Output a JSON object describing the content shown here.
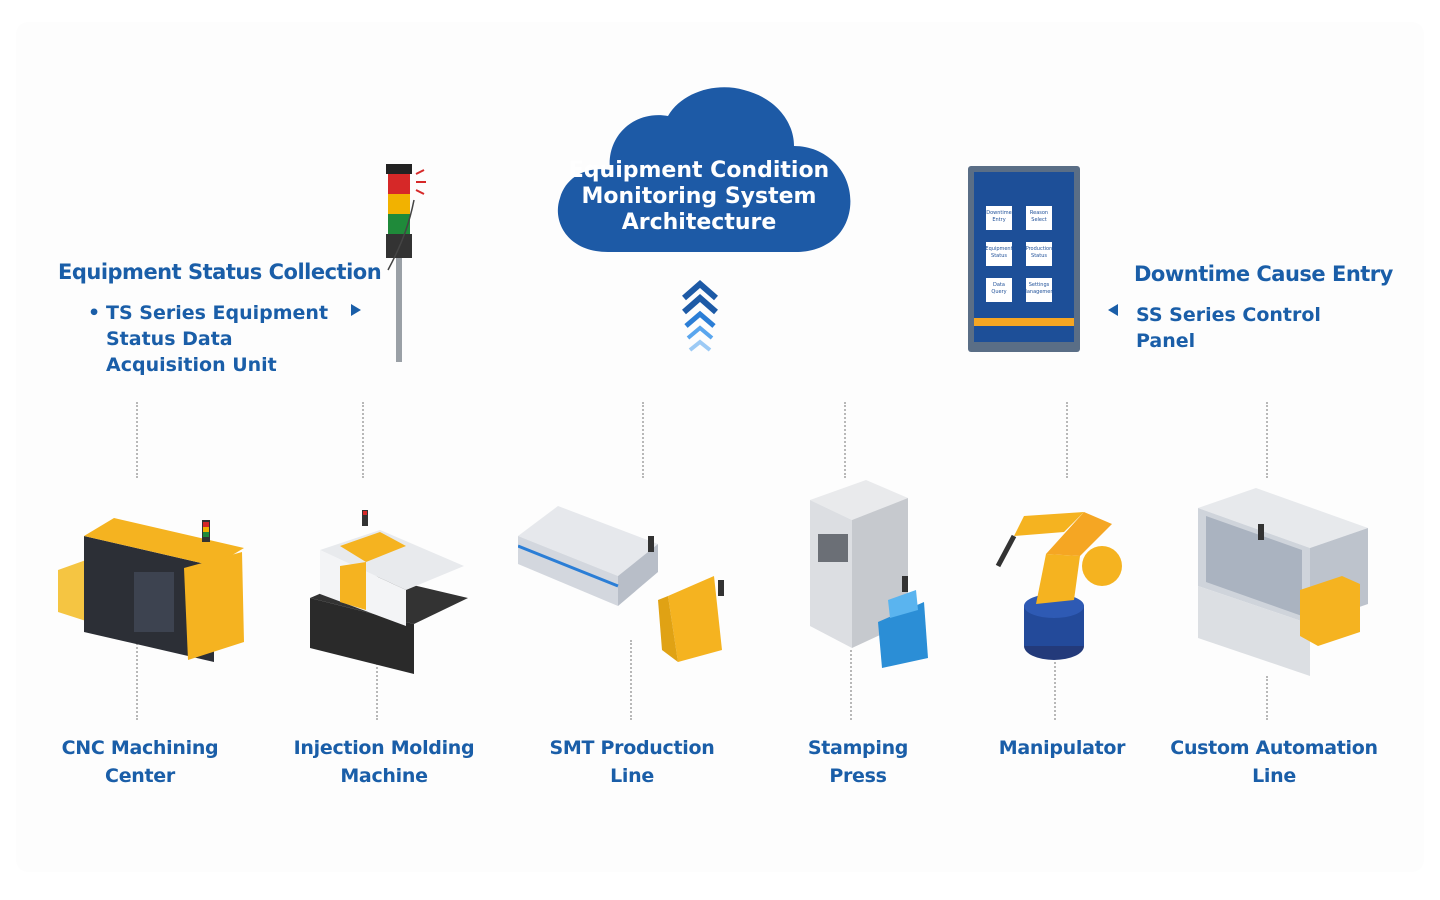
{
  "cloud": {
    "title": "Equipment Condition\nMonitoring System\nArchitecture",
    "color": "#1d5aa6"
  },
  "left": {
    "heading": "Equipment Status Collection",
    "bullet_mark": "•",
    "item": "TS Series Equipment\nStatus Data\nAcquisition Unit",
    "device_icon": "signal-tower-light-icon"
  },
  "right": {
    "heading": "Downtime Cause Entry",
    "item": "SS Series Control\nPanel",
    "device_icon": "control-panel-tablet-icon",
    "tablet_buttons": [
      [
        "Downtime\nEntry",
        "Reason\nSelect"
      ],
      [
        "Equipment\nStatus",
        "Production\nStatus"
      ],
      [
        "Data\nQuery",
        "Settings\nManagement"
      ]
    ]
  },
  "machines": [
    {
      "label": "CNC Machining\nCenter",
      "icon": "cnc-machine-icon"
    },
    {
      "label": "Injection Molding\nMachine",
      "icon": "injection-molding-machine-icon"
    },
    {
      "label": "SMT Production\nLine",
      "icon": "smt-line-icon"
    },
    {
      "label": "Stamping\nPress",
      "icon": "stamping-press-icon"
    },
    {
      "label": "Manipulator",
      "icon": "robot-arm-icon"
    },
    {
      "label": "Custom Automation\nLine",
      "icon": "automation-cell-icon"
    }
  ],
  "colors": {
    "brand_blue": "#1a5ea8",
    "machine_yellow": "#f5b320",
    "arrow_blue": "#2b7ed6",
    "dotted_line": "#b8b8b8"
  }
}
